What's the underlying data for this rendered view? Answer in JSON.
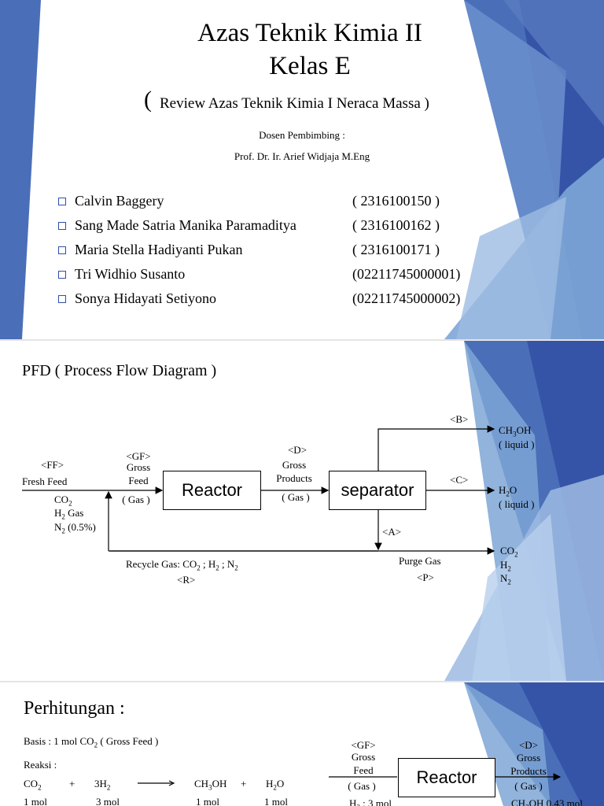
{
  "colors": {
    "accent_blue": "#4a6fb8",
    "light_blue": "#7ea6d6",
    "deep_blue": "#2f4fa8"
  },
  "slide1": {
    "title_line1": "Azas Teknik Kimia II",
    "title_line2": "Kelas E",
    "subtitle_paren_open": "(",
    "subtitle": "Review Azas Teknik Kimia I Neraca Massa )",
    "lecturer_label": "Dosen Pembimbing :",
    "lecturer_name": "Prof. Dr. Ir. Arief Widjaja M.Eng",
    "members": [
      {
        "name": "Calvin Baggery",
        "nim": "( 2316100150 )"
      },
      {
        "name": "Sang Made Satria Manika Paramaditya",
        "nim": "( 2316100162 )"
      },
      {
        "name": "Maria Stella Hadiyanti Pukan",
        "nim": "( 2316100171 )"
      },
      {
        "name": "Tri Widhio Susanto",
        "nim": "(02211745000001)"
      },
      {
        "name": "Sonya Hidayati Setiyono",
        "nim": "(02211745000002)"
      }
    ]
  },
  "slide2": {
    "title": "PFD ( Process Flow Diagram )",
    "reactor": "Reactor",
    "separator": "separator",
    "ff_tag": "<FF>",
    "ff_label": "Fresh Feed",
    "ff_co2": "CO",
    "ff_h2": "H",
    "ff_h2_rest": " Gas",
    "ff_n2": "N",
    "ff_n2_rest": " (0.5%)",
    "gf_tag": "<GF>",
    "gf_label1": "Gross",
    "gf_label2": "Feed",
    "gf_phase": "( Gas )",
    "d_tag": "<D>",
    "d_label1": "Gross",
    "d_label2": "Products",
    "d_phase": "( Gas )",
    "b_tag": "<B>",
    "b_product": "OH",
    "b_product_pre": "CH",
    "b_phase": "( liquid )",
    "c_tag": "<C>",
    "c_product_pre": "H",
    "c_product": "O",
    "c_phase": "( liquid )",
    "a_tag": "<A>",
    "purge_label": "Purge Gas",
    "p_tag": "<P>",
    "purge_co2": "CO",
    "purge_h2": "H",
    "purge_n2": "N",
    "recycle_label_pre": "Recycle Gas: CO",
    "recycle_label_mid1": " ; H",
    "recycle_label_mid2": " ; N",
    "r_tag": "<R>"
  },
  "slide3": {
    "title": "Perhitungan :",
    "basis_pre": "Basis : 1 mol CO",
    "basis_post": "  ( Gross Feed )",
    "reaksi": "Reaksi :",
    "r_co2": "CO",
    "r_plus1": "+",
    "r_h2": "3H",
    "r_ch3oh_pre": "CH",
    "r_ch3oh_post": "OH",
    "r_plus2": "+",
    "r_h2o_pre": "H",
    "r_h2o_post": "O",
    "mol_co2": "1 mol",
    "mol_h2": "3 mol",
    "mol_ch3oh": "1 mol",
    "mol_h2o": "1 mol",
    "gf_tag": "<GF>",
    "gf_label1": "Gross",
    "gf_label2": "Feed",
    "gf_phase": "( Gas )",
    "reactor": "Reactor",
    "d_tag": "<D>",
    "d_label1": "Gross",
    "d_label2": "Products",
    "d_phase": "( Gas )",
    "h2_amount": "H",
    "h2_amount_post": "  : 3 mol",
    "ch3oh_amount_pre": "CH",
    "ch3oh_amount_post": "OH  0,43 mol"
  }
}
